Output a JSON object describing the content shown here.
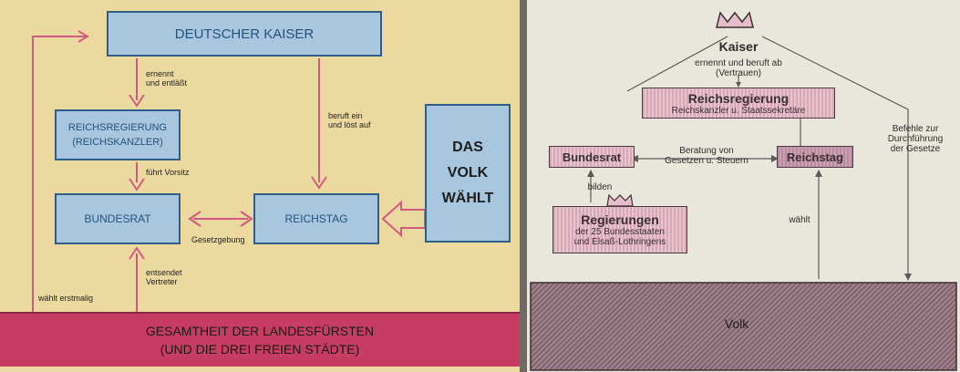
{
  "left": {
    "kaiser": "DEUTSCHER KAISER",
    "reichsregierung_1": "REICHSREGIERUNG",
    "reichsregierung_2": "(REICHSKANZLER)",
    "bundesrat": "BUNDESRAT",
    "reichstag": "REICHSTAG",
    "volk": "DAS\nVOLK\nWÄHLT",
    "landesfuersten_1": "GESAMTHEIT DER LANDESFÜRSTEN",
    "landesfuersten_2": "(UND DIE DREI FREIEN STÄDTE)",
    "ernennt": "ernennt\nund entläßt",
    "beruft": "beruft ein\nund löst auf",
    "vorsitz": "führt Vorsitz",
    "gesetzgebung": "Gesetzgebung",
    "entsendet": "entsendet\nVertreter",
    "waehlt": "wählt erstmalig"
  },
  "right": {
    "kaiser": "Kaiser",
    "ernennt": "ernennt und beruft ab\n(Vertrauen)",
    "reichsregierung": "Reichsregierung",
    "reichsregierung_sub": "Reichskanzler u. Staatssekretäre",
    "befehle": "Befehle zur\nDurchführung\nder Gesetze",
    "bundesrat": "Bundesrat",
    "beratung": "Beratung von\nGesetzen u. Steuern",
    "reichstag": "Reichstag",
    "bilden": "bilden",
    "regierungen": "Regierungen",
    "regierungen_sub": "der 25 Bundesstaaten\nund Elsaß-Lothringens",
    "waehlt": "wählt",
    "volk": "Volk"
  },
  "colors": {
    "blue_box": "#a8c6de",
    "red_bar": "#c63c62",
    "cream": "#ecd9a0",
    "hatch_pink": "#d9a8b7"
  }
}
